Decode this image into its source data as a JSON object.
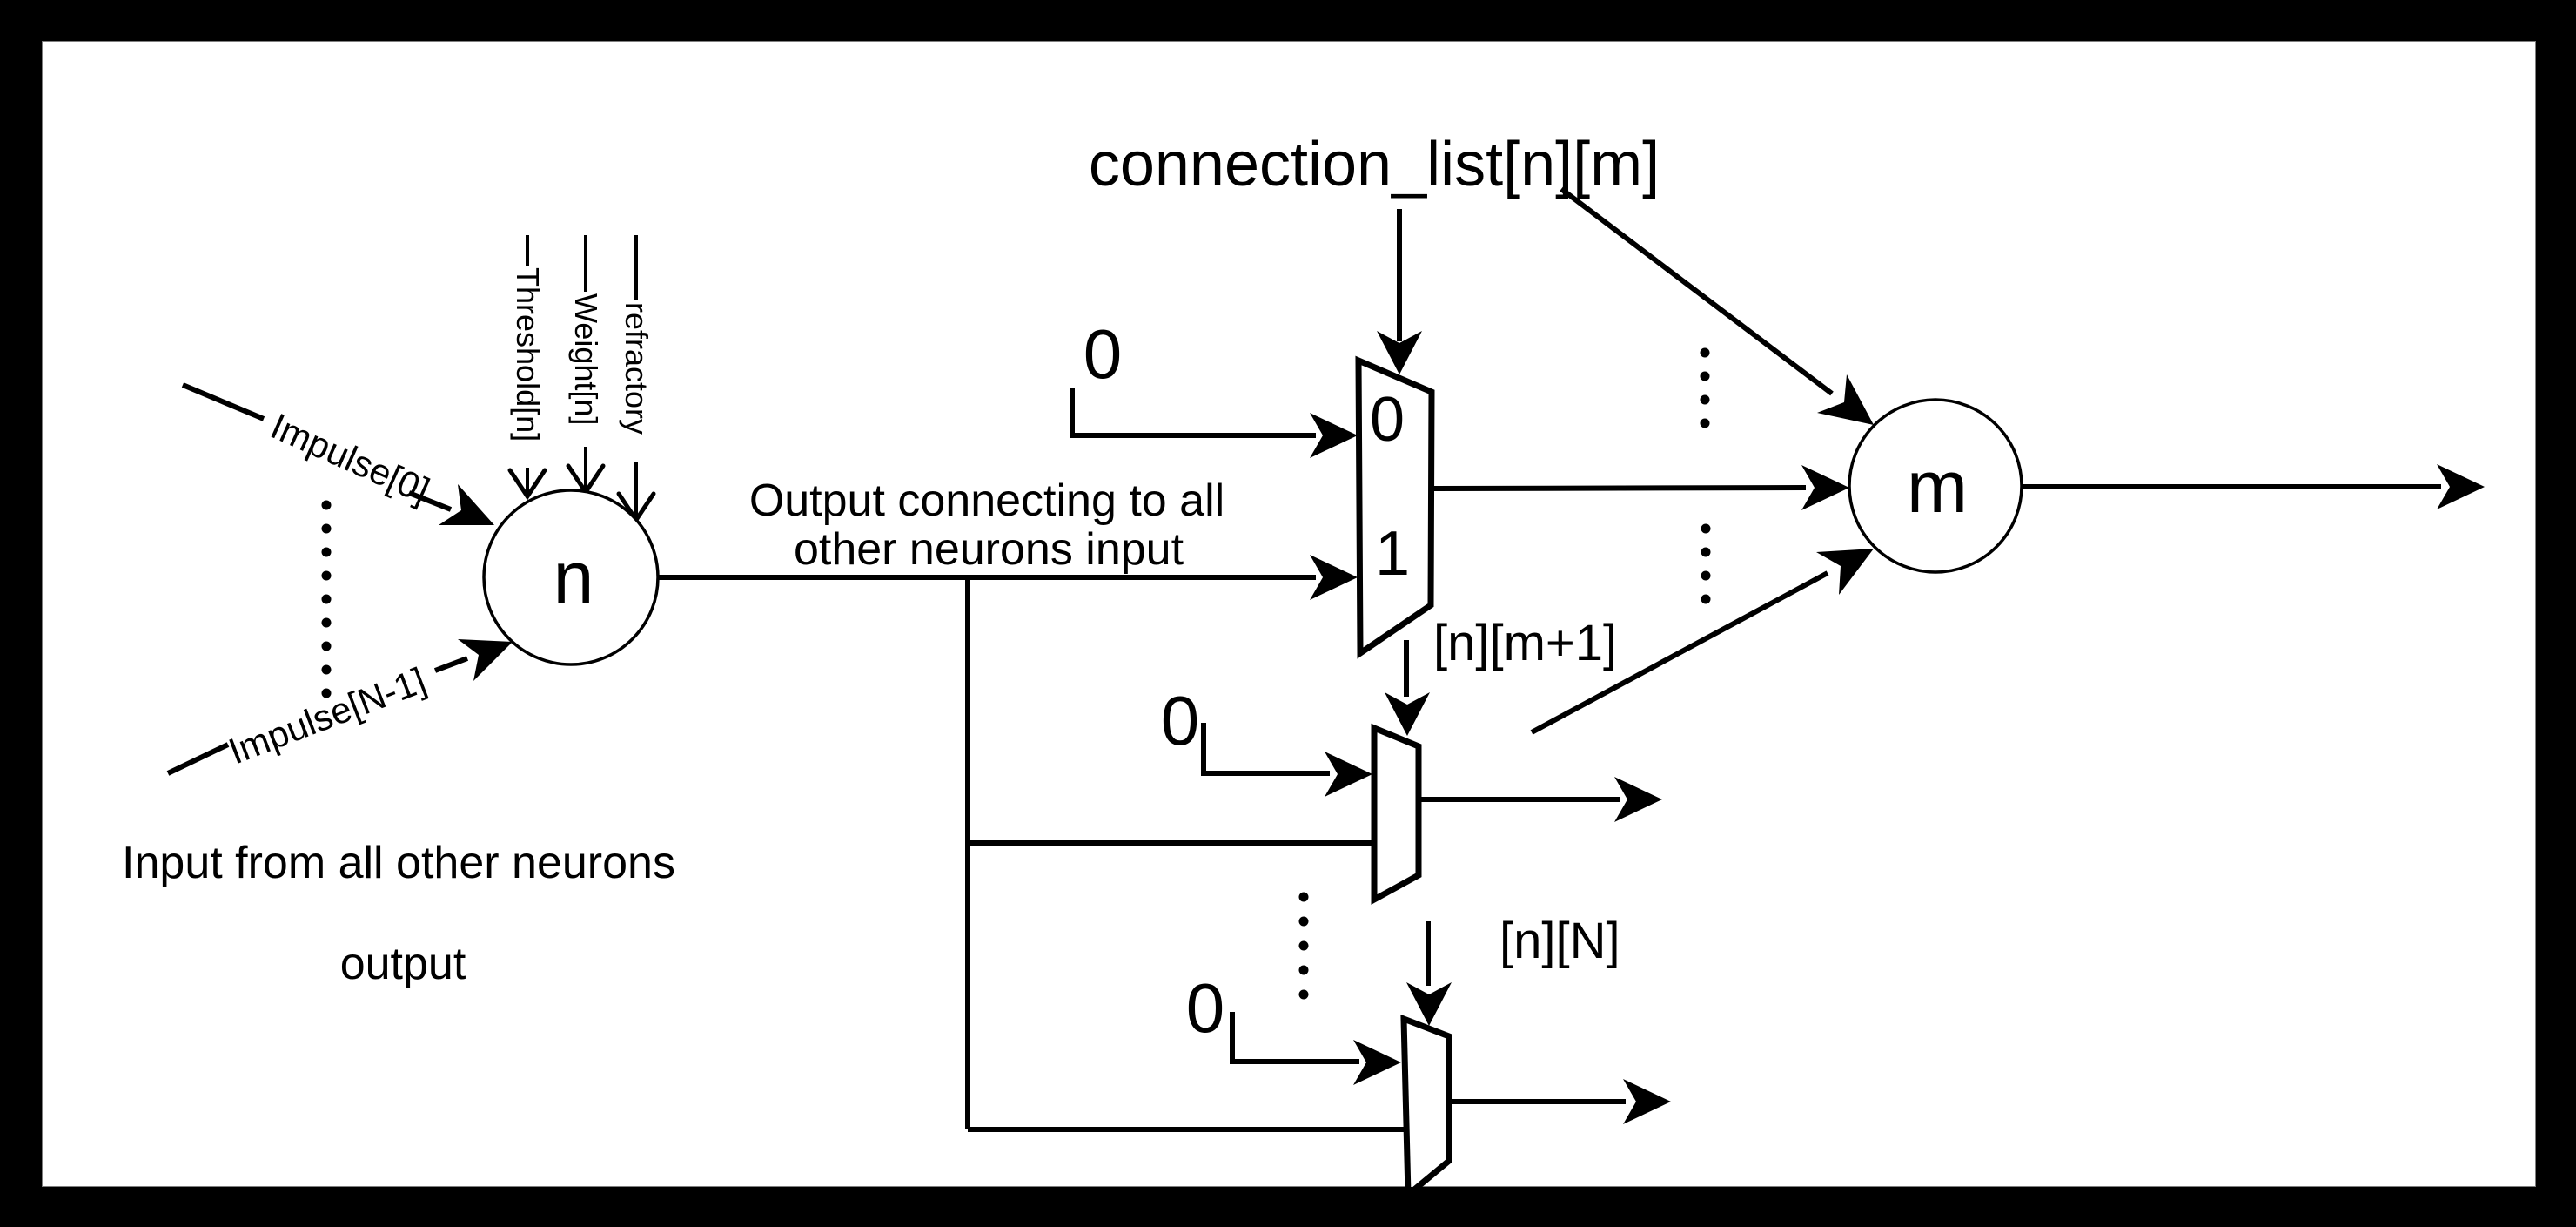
{
  "figure": {
    "title": "connection_list[n][m]",
    "left_caption": {
      "line1": "Input from all other neurons",
      "line2": "output"
    },
    "center_caption": {
      "line1": "Output connecting to all",
      "line2": "other neurons input"
    },
    "neuron_n": {
      "label": "n"
    },
    "neuron_m": {
      "label": "m"
    },
    "inputs": {
      "impulse_first": "Impulse[0]",
      "impulse_last": "Impulse[N-1]"
    },
    "params": {
      "threshold": "Threshold[n]",
      "weight": "Weight[n]",
      "refractory": "refractory"
    },
    "mux1": {
      "in0": "0",
      "in1": "1",
      "const0": "0"
    },
    "mux2": {
      "const0": "0",
      "select_label": "[n][m+1]"
    },
    "mux3": {
      "const0": "0",
      "select_label": "[n][N]"
    }
  }
}
